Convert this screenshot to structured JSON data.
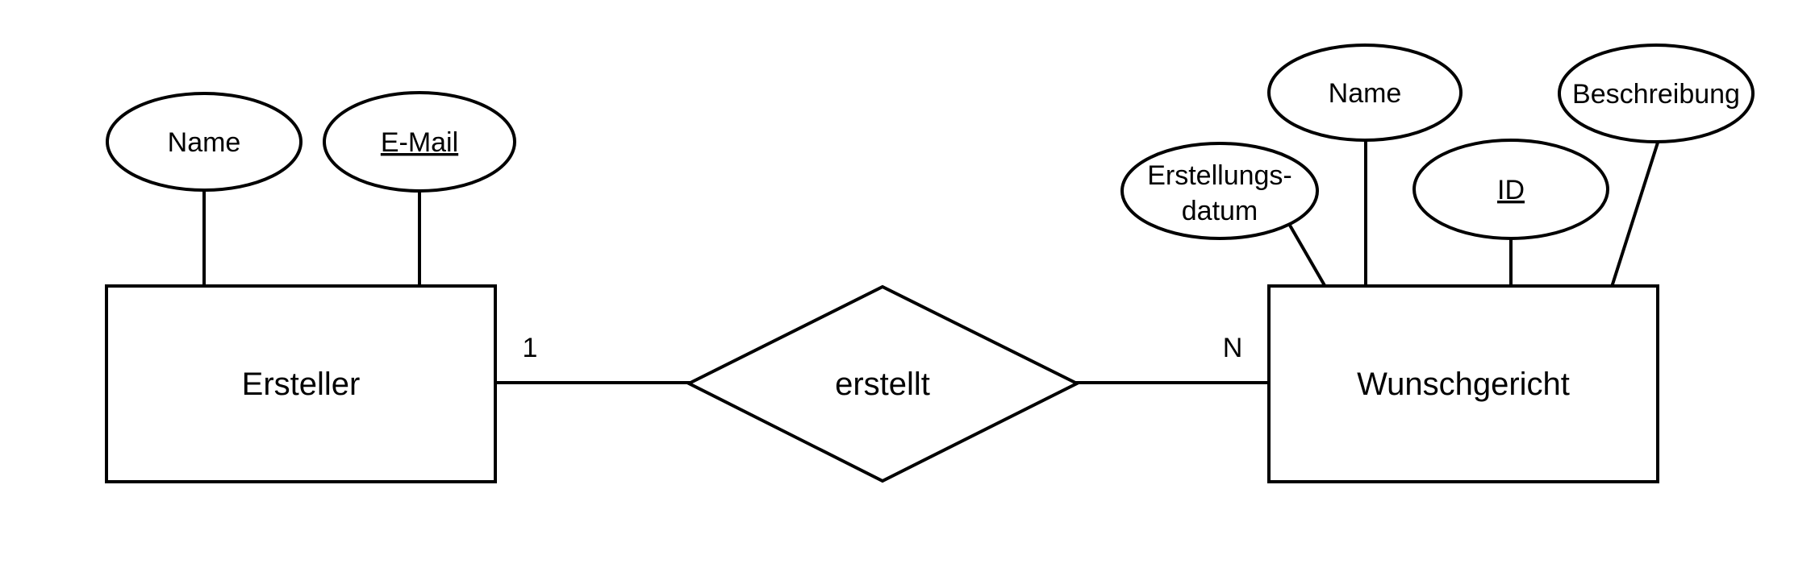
{
  "diagram": {
    "kind": "entity-relationship-diagram",
    "colors": {
      "background": "#ffffff",
      "stroke": "#000000",
      "text": "#000000"
    },
    "entities": [
      {
        "label": "Ersteller"
      },
      {
        "label": "Wunschgericht"
      }
    ],
    "relationship": {
      "label": "erstellt",
      "cardinality_left": "1",
      "cardinality_right": "N"
    },
    "attributes": {
      "ersteller": [
        {
          "label": "Name",
          "is_key": false
        },
        {
          "label": "E-Mail",
          "is_key": true
        }
      ],
      "wunschgericht": [
        {
          "line1": "Erstellungs-",
          "line2": "datum",
          "is_key": false
        },
        {
          "label": "Name",
          "is_key": false
        },
        {
          "label": "ID",
          "is_key": true
        },
        {
          "label": "Beschreibung",
          "is_key": false
        }
      ]
    }
  }
}
